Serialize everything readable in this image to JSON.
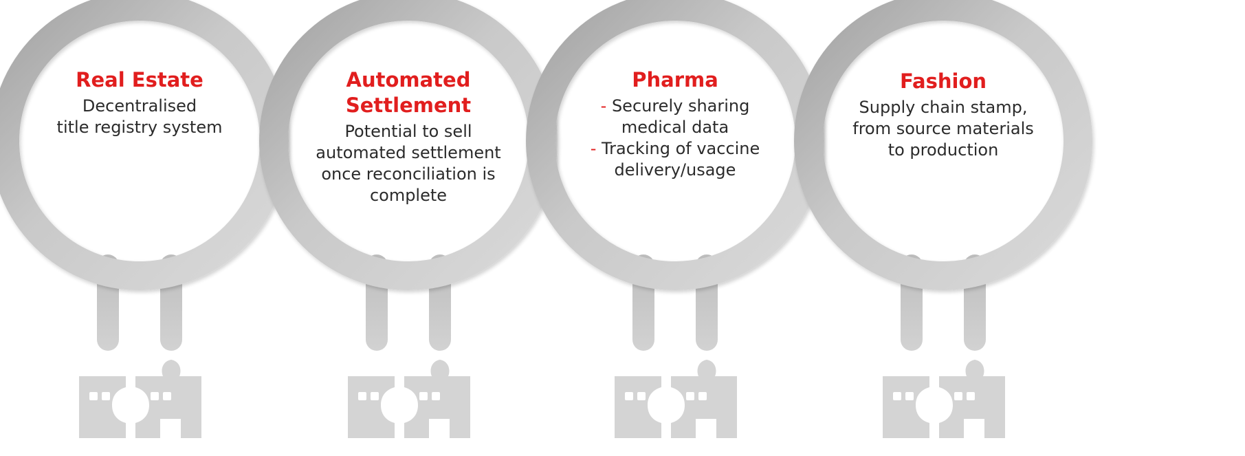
{
  "colors": {
    "accent": "#e11e1e",
    "ring_light": "#cfcfcf",
    "ring_dark": "#9c9c9c",
    "text": "#2b2b2b",
    "plug": "#d6d6d6"
  },
  "icons": {
    "ring": "magnifier-ring-icon",
    "plug": "puzzle-plug-icon"
  },
  "items": [
    {
      "title_lines": [
        "Real Estate"
      ],
      "desc_lines": [
        "Decentralised",
        "title registry system"
      ]
    },
    {
      "title_lines": [
        "Automated",
        "Settlement"
      ],
      "desc_lines": [
        "Potential to sell",
        "automated settlement",
        "once reconciliation is",
        "complete"
      ]
    },
    {
      "title_lines": [
        "Pharma"
      ],
      "bullets": [
        [
          "Securely sharing",
          "medical data"
        ],
        [
          "Tracking of vaccine",
          "delivery/usage"
        ]
      ],
      "bullet_marker": "-"
    },
    {
      "title_lines": [
        "Fashion"
      ],
      "desc_lines": [
        "Supply chain stamp,",
        "from source materials",
        "to production"
      ]
    }
  ]
}
